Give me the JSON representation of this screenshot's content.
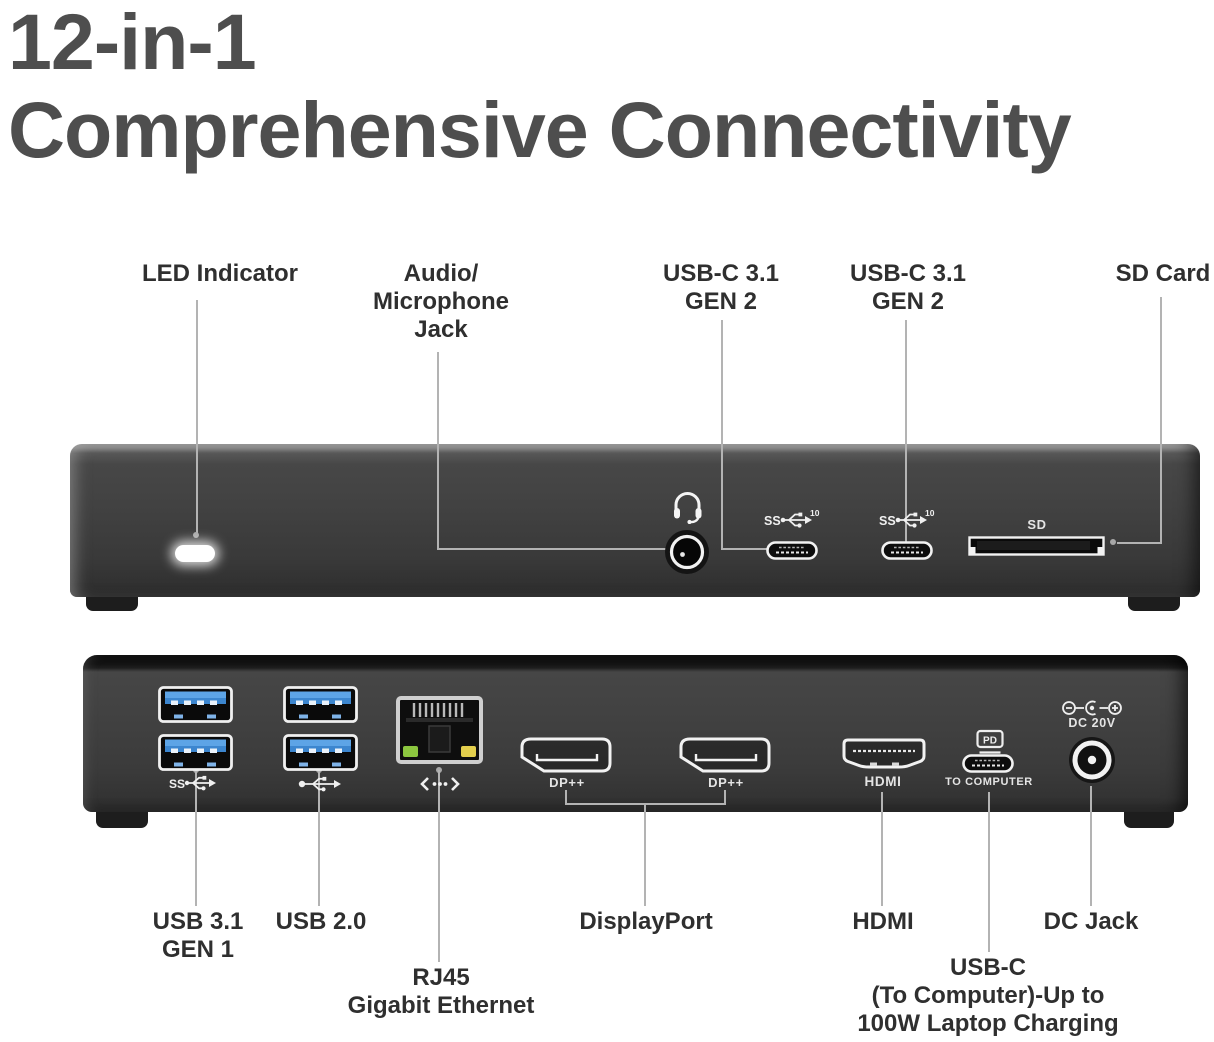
{
  "title": {
    "line1": "12-in-1",
    "line2": "Comprehensive Connectivity"
  },
  "top_callouts": {
    "led": "LED Indicator",
    "audio_line1": "Audio/",
    "audio_line2": "Microphone",
    "audio_line3": "Jack",
    "usbc1_line1": "USB-C 3.1",
    "usbc1_line2": "GEN 2",
    "usbc2_line1": "USB-C 3.1",
    "usbc2_line2": "GEN 2",
    "sd": "SD Card"
  },
  "front_device": {
    "sd_slot_label": "SD",
    "ss_logo_text": "SS",
    "ss_logo_sup": "10"
  },
  "back_device": {
    "ss_logo_text": "SS",
    "dp1_label": "DP++",
    "dp2_label": "DP++",
    "hdmi_label": "HDMI",
    "pd_badge": "PD",
    "to_computer_label": "TO COMPUTER",
    "dc_label": "DC 20V"
  },
  "bottom_callouts": {
    "usb31_line1": "USB 3.1",
    "usb31_line2": "GEN 1",
    "usb20": "USB 2.0",
    "rj45_line1": "RJ45",
    "rj45_line2": "Gigabit Ethernet",
    "displayport": "DisplayPort",
    "hdmi": "HDMI",
    "dc_jack": "DC Jack",
    "usbc_line1": "USB-C",
    "usbc_line2": "(To Computer)-Up to",
    "usbc_line3": "100W Laptop Charging"
  },
  "colors": {
    "title_text": "#4e4e4e",
    "label_text": "#2f2f2f",
    "callout_line": "#b3b3b3",
    "usb_port_blue": "#4896de",
    "ethernet_led_green": "#8cc63f",
    "ethernet_led_yellow": "#e3cf4d",
    "front_body": "#424242",
    "back_body": "#3b3b3b"
  }
}
